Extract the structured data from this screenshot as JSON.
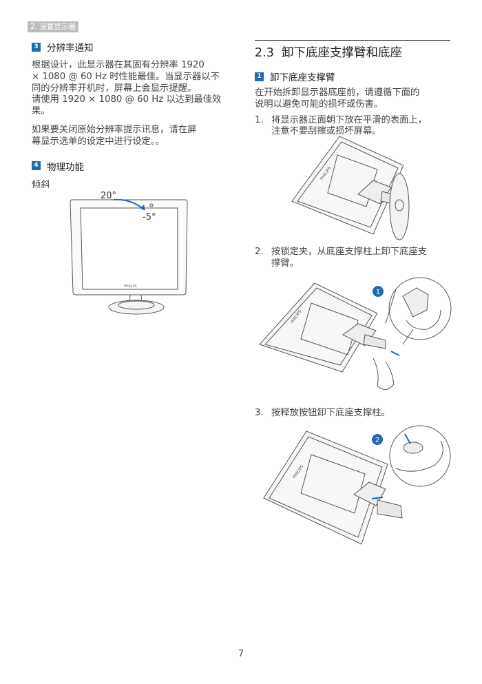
{
  "header": {
    "tab_label": "2. 设置显示器"
  },
  "left": {
    "section3": {
      "number": "3",
      "title": "分辨率通知"
    },
    "para1_lines": [
      "根据设计，此显示器在其固有分辨率 1920",
      "× 1080 @ 60 Hz 时性能最佳。当显示器以不",
      "同的分辨率开机时，屏幕上会显示提醒。",
      "请使用 1920 × 1080 @ 60 Hz 以达到最佳效",
      "果。"
    ],
    "para2_lines": [
      "如果要关闭原始分辨率提示讯息，请在屏",
      "幕显示选单的设定中进行设定。。"
    ],
    "section4": {
      "number": "4",
      "title": "物理功能"
    },
    "subheading": "倾斜",
    "tilt_up_label": "20°",
    "tilt_down_label": "-5°",
    "monitor_brand": "PHILIPS"
  },
  "right": {
    "heading_number": "2.3",
    "heading_title": "卸下底座支撑臂和底座",
    "section1": {
      "number": "1",
      "title": "卸下底座支撑臂"
    },
    "intro_lines": [
      "在开始拆卸显示器底座前，请遵循下面的",
      "说明以避免可能的损坏或伤害。"
    ],
    "step1": {
      "number": "1.",
      "lines": [
        "将显示器正面朝下放在平滑的表面上，",
        "注意不要刮擦或损坏屏幕。"
      ]
    },
    "step2": {
      "number": "2.",
      "lines": [
        "按锁定夹，从底座支撑柱上卸下底座支",
        "撑臂。"
      ]
    },
    "step3": {
      "number": "3.",
      "lines": [
        "按释放按钮卸下底座支撑柱。"
      ]
    },
    "badge1": "1",
    "badge2": "2",
    "brand": "PHILIPS"
  },
  "footer": {
    "page_number": "7"
  },
  "colors": {
    "accent": "#1f6bb0",
    "header_tab": "#bdbdbd"
  }
}
